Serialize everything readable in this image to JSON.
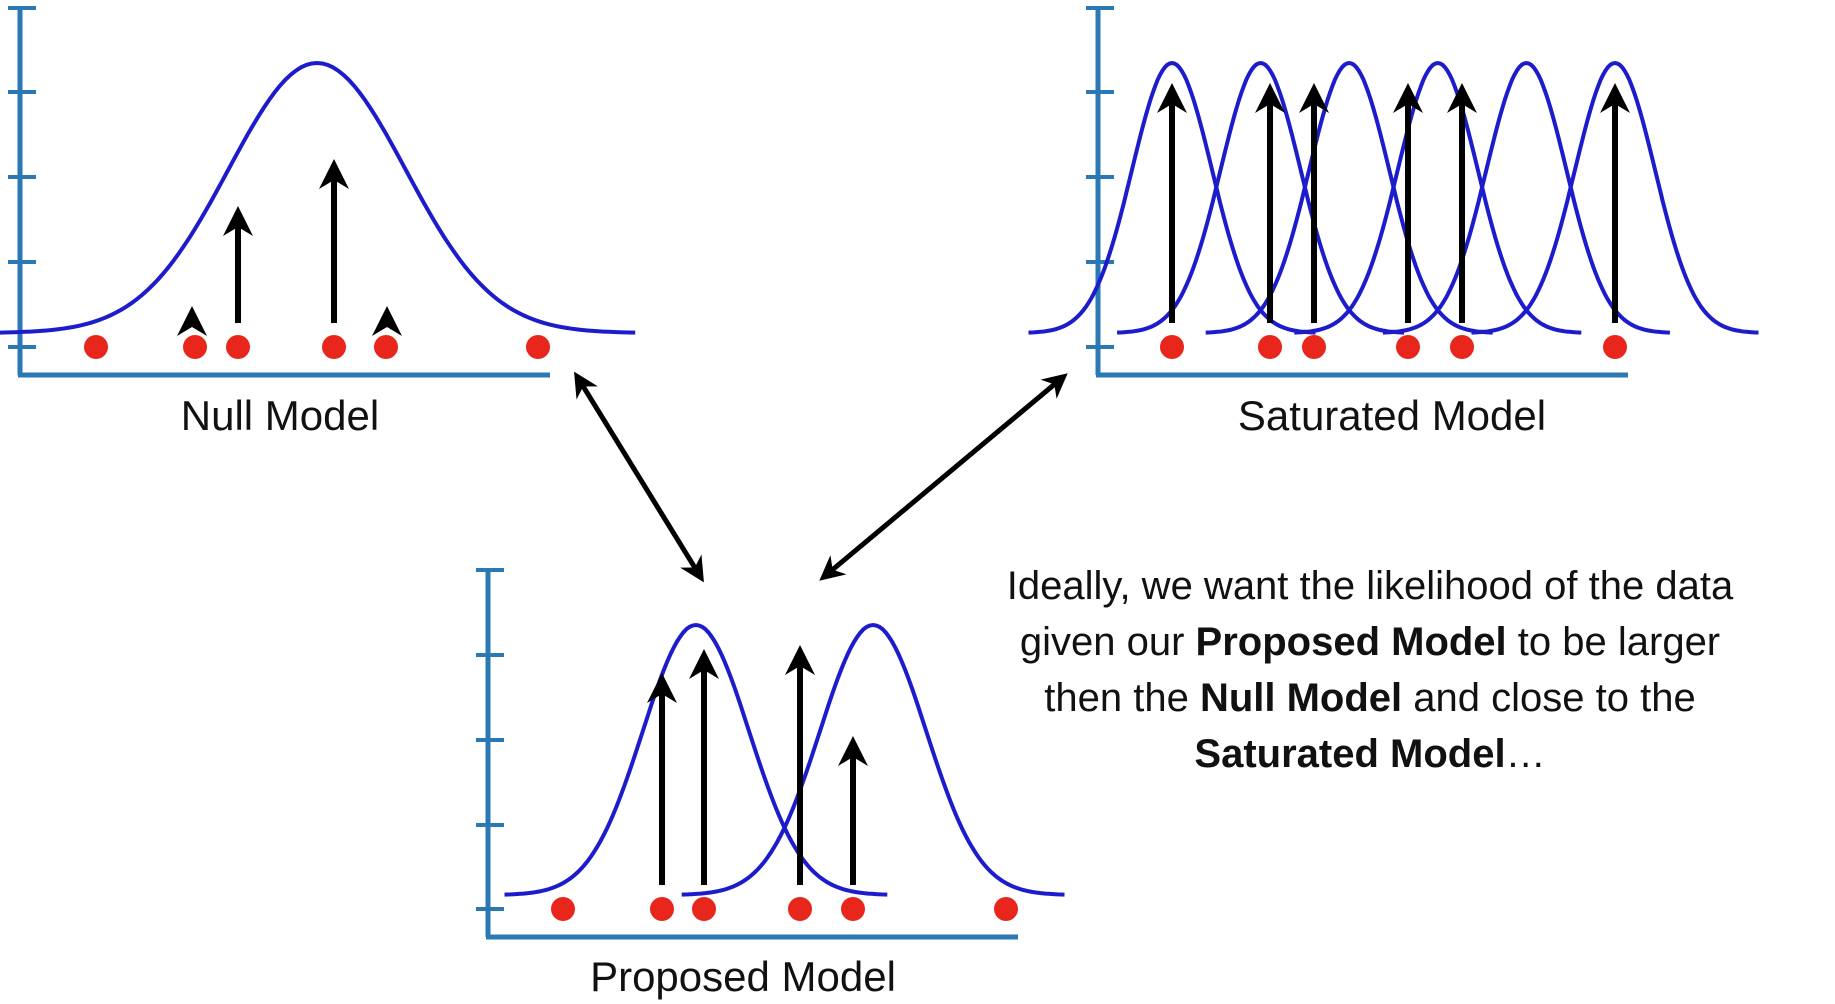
{
  "panels": {
    "null_model": {
      "label": "Null Model",
      "points": [
        1,
        2,
        3,
        4,
        5,
        6
      ],
      "curves": [
        {
          "mean": 3.5,
          "sd": 1.0
        }
      ]
    },
    "saturated_model": {
      "label": "Saturated Model",
      "points": [
        1,
        2,
        3,
        4,
        5,
        6
      ],
      "curves": [
        {
          "mean": 1,
          "sd": 0.45
        },
        {
          "mean": 2,
          "sd": 0.45
        },
        {
          "mean": 3,
          "sd": 0.45
        },
        {
          "mean": 4,
          "sd": 0.45
        },
        {
          "mean": 5,
          "sd": 0.45
        },
        {
          "mean": 6,
          "sd": 0.45
        }
      ]
    },
    "proposed_model": {
      "label": "Proposed Model",
      "points": [
        1,
        2,
        3,
        4,
        5,
        6
      ],
      "curves": [
        {
          "mean": 2.5,
          "sd": 0.6
        },
        {
          "mean": 4.5,
          "sd": 0.6
        }
      ]
    }
  },
  "note": {
    "line1": "Ideally, we want the likelihood of the data",
    "line2_pre": "given our ",
    "line2_bold": "Proposed Model",
    "line2_post": " to be larger",
    "line3_pre": "then the ",
    "line3_bold": "Null Model",
    "line3_post": " and close to the",
    "line4_bold": "Saturated Model",
    "line4_post": "…"
  },
  "colors": {
    "axis": "#2a78b4",
    "curve": "#1c1ccc",
    "point": "#e8261c",
    "arrow": "#000000",
    "text": "#111111"
  }
}
